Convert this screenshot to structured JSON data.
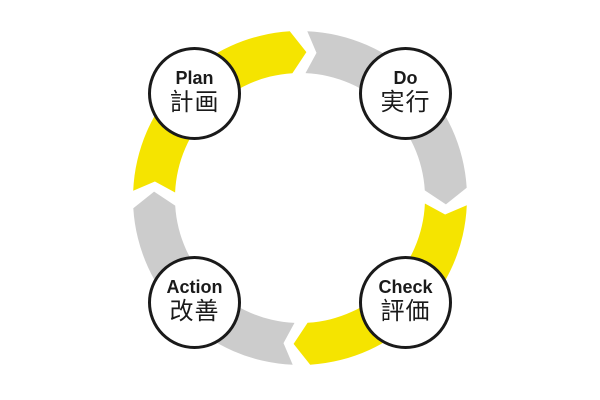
{
  "diagram": {
    "name": "PDCA cycle",
    "background": "#ffffff",
    "colors": {
      "yellow": "#F5E400",
      "gray": "#CCCCCC",
      "node_fill": "#FFFFFF",
      "node_border": "#1A1A1A",
      "text": "#1A1A1A"
    },
    "nodes": [
      {
        "id": "plan",
        "label_en": "Plan",
        "label_ja": "計画"
      },
      {
        "id": "do",
        "label_en": "Do",
        "label_ja": "実行"
      },
      {
        "id": "check",
        "label_en": "Check",
        "label_ja": "評価"
      },
      {
        "id": "action",
        "label_en": "Action",
        "label_ja": "改善"
      }
    ],
    "arrows": [
      {
        "from": "Plan",
        "to": "Do",
        "direction": "clockwise",
        "color": "#F5E400"
      },
      {
        "from": "Do",
        "to": "Check",
        "direction": "clockwise",
        "color": "#CCCCCC"
      },
      {
        "from": "Check",
        "to": "Action",
        "direction": "clockwise",
        "color": "#F5E400"
      },
      {
        "from": "Action",
        "to": "Plan",
        "direction": "clockwise",
        "color": "#CCCCCC"
      }
    ]
  }
}
